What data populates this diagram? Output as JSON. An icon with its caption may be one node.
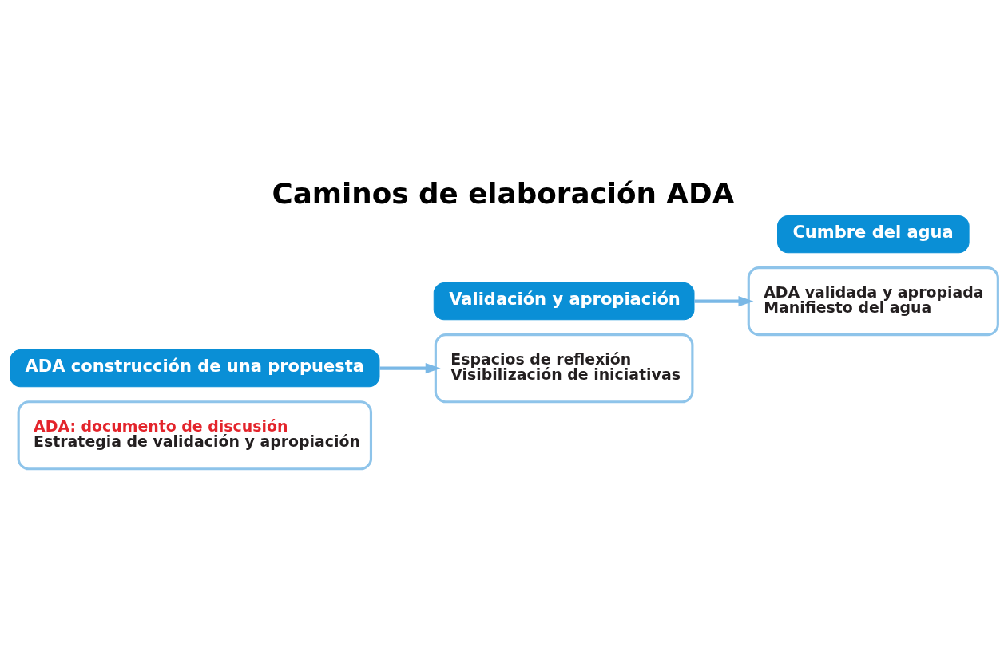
{
  "diagram": {
    "title": "Caminos de elaboración ADA",
    "nodes": [
      {
        "text": [
          "ADA: documento de discusión",
          "Estrategia de validación y apropiación"
        ]
      },
      {
        "text": [
          "ADA construcción de una propuesta"
        ]
      },
      {
        "text": [
          "Validación y apropiación"
        ]
      },
      {
        "text": [
          "Espacios de reflexión",
          "Visibilización de iniciativas"
        ]
      },
      {
        "text": [
          "ADA validada y apropiada",
          "Manifiesto del agua"
        ]
      },
      {
        "text": [
          "Cumbre del agua"
        ]
      }
    ],
    "edges": [
      {
        "from": 1,
        "to": 3,
        "arrow": "to"
      },
      {
        "from": 2,
        "to": 4,
        "arrow": "to"
      }
    ]
  }
}
